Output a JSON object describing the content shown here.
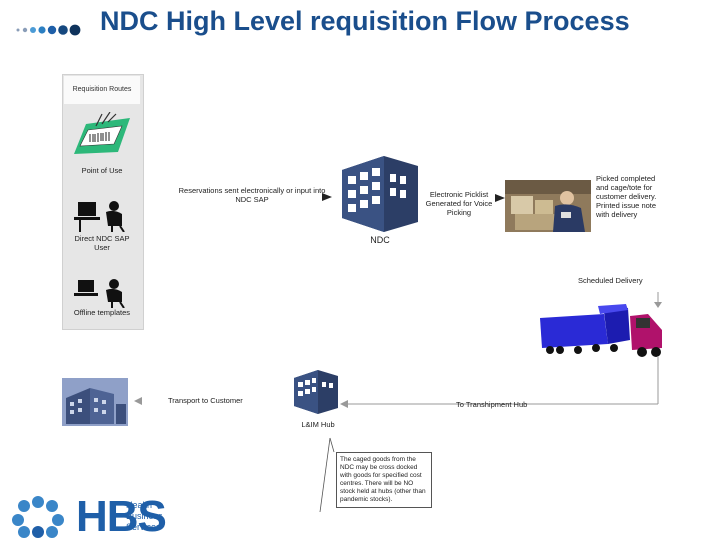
{
  "title": "NDC High Level requisition Flow Process",
  "side_panel": {
    "header": "Requisition Routes",
    "items": [
      {
        "label": "Point of Use"
      },
      {
        "label": "Direct NDC SAP User"
      },
      {
        "label": "Offline templates"
      }
    ]
  },
  "labels": {
    "reservations": "Reservations sent electronically or input into NDC SAP",
    "ndc": "NDC",
    "picklist": "Electronic Picklist Generated for Voice Picking",
    "picked": "Picked completed and cage/tote for customer delivery. Printed issue note with delivery",
    "scheduled": "Scheduled Delivery",
    "transport": "Transport to Customer",
    "to_hub": "To Transhipment Hub",
    "hub": "L&IM Hub",
    "note": "The caged goods from the NDC may be cross docked with goods for specified cost centres. There will be NO stock held at hubs (other than pandemic stocks)."
  },
  "logo": {
    "text": "HBS",
    "sub": [
      "Health",
      "Business",
      "Services"
    ]
  },
  "colors": {
    "title": "#1a4e8c",
    "brand": "#1f5fa8",
    "truck": "#2a2ad6",
    "truck_cab": "#b0126b",
    "building": "#2c3e66"
  }
}
